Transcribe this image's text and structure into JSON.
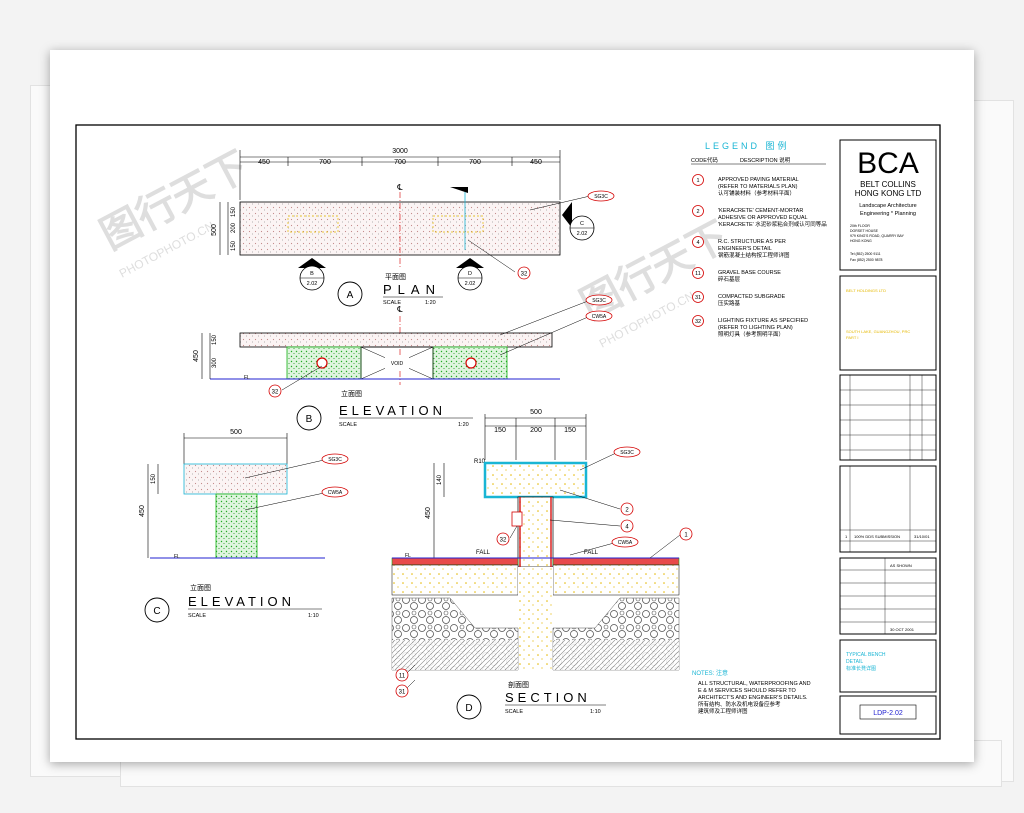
{
  "legend": {
    "title": "LEGEND 图例",
    "col_code": "CODE代码",
    "col_desc": "DESCRIPTION 说明",
    "items": [
      {
        "code": "1",
        "lines": [
          "APPROVED PAVING MATERIAL",
          "(REFER TO MATERIALS PLAN)",
          "认可铺装材料（参考材料平面）"
        ]
      },
      {
        "code": "2",
        "lines": [
          "'KERACRETE' CEMENT-MORTAR",
          "ADHESIVE OR APPROVED EQUAL",
          "'KERACRETE' 水泥砂浆粘合剂或认可同等品"
        ]
      },
      {
        "code": "4",
        "lines": [
          "R.C. STRUCTURE AS PER",
          "ENGINEER'S DETAIL",
          "钢筋混凝土结构按工程师详图"
        ]
      },
      {
        "code": "11",
        "lines": [
          "GRAVEL BASE COURSE",
          "碎石基层"
        ]
      },
      {
        "code": "31",
        "lines": [
          "COMPACTED SUBGRADE",
          "压实路基"
        ]
      },
      {
        "code": "32",
        "lines": [
          "LIGHTING FIXTURE AS SPECIFIED",
          "(REFER TO LIGHTING PLAN)",
          "照明灯具（参考照明平面）"
        ]
      }
    ]
  },
  "notes": {
    "title": "NOTES: 注意",
    "lines": [
      "ALL STRUCTURAL, WATERPROOFING AND",
      "E & M SERVICES SHOULD REFER TO",
      "ARCHITECT'S AND ENGINEER'S DETAILS.",
      "所有结构、防水及机电设备应参考",
      "建筑师及工程师详图"
    ]
  },
  "title_block": {
    "logo": "BCA",
    "company_lines": [
      "BELT COLLINS",
      "HONG KONG LTD"
    ],
    "tagline_lines": [
      "Landscape Architecture",
      "Engineering * Planning"
    ],
    "address_lines": [
      "20th FLOOR",
      "DORSET HOUSE",
      "979 KING'S ROAD, QUARRY BAY",
      "HONG KONG"
    ],
    "tel": "Tel (852) 2500 9111",
    "fax": "Fax (852) 2500 9878",
    "client_lines": [
      "BELT HOLDINGS LTD"
    ],
    "project_lines": [
      "SOUTH LAKE, GUANGZHOU, PRC",
      "PART I"
    ],
    "revision": {
      "no": "1",
      "desc": "100% DDS SUBMISSION",
      "date": "31/10/01"
    },
    "scale": "AS SHOWN",
    "date": "30 OCT 2001",
    "drawing_title_lines": [
      "TYPICAL BENCH",
      "DETAIL",
      "标准长凳详图"
    ],
    "drawing_no": "LDP-2.02"
  },
  "views": {
    "plan": {
      "letter": "A",
      "title": "PLAN",
      "cn": "平面图",
      "scale_label": "SCALE",
      "scale": "1:20"
    },
    "elev_b": {
      "letter": "B",
      "title": "ELEVATION",
      "cn": "立面图",
      "scale_label": "SCALE",
      "scale": "1:20"
    },
    "elev_c": {
      "letter": "C",
      "title": "ELEVATION",
      "cn": "立面图",
      "scale_label": "SCALE",
      "scale": "1:10"
    },
    "section": {
      "letter": "D",
      "title": "SECTION",
      "cn": "剖面图",
      "scale_label": "SCALE",
      "scale": "1:10"
    }
  },
  "dims": {
    "plan_total": "3000",
    "plan_parts": [
      "450",
      "700",
      "700",
      "700",
      "450"
    ],
    "plan_side": [
      "150",
      "200",
      "150"
    ],
    "plan_side_total": "500",
    "elev_b_total": "450",
    "elev_b_parts": [
      "150",
      "300"
    ],
    "elev_c_top": "500",
    "elev_c_total": "450",
    "elev_c_part": "150",
    "sec_top": "500",
    "sec_parts": [
      "150",
      "200",
      "150"
    ],
    "sec_side_total": "450",
    "sec_side_part": "140",
    "sec_r": "R10"
  },
  "tags": {
    "sg": "SG3C",
    "cw": "CW5A",
    "fl": "FL",
    "fall": "FALL",
    "cl": "℄",
    "void": "VOID"
  },
  "refs": {
    "b": [
      "B",
      "2.02"
    ],
    "c": [
      "C",
      "2.02"
    ],
    "d": [
      "D",
      "2.02"
    ]
  },
  "watermark": {
    "cn": "图行天下",
    "en": "PHOTOPHOTO.CN"
  },
  "colors": {
    "cad_white": "#000000",
    "cad_red": "#d40000",
    "cad_cyan": "#19b5d4",
    "cad_green": "#12b012",
    "cad_blue": "#2020d0",
    "cad_magenta": "#cc22aa",
    "cad_yellow": "#e5b800"
  }
}
